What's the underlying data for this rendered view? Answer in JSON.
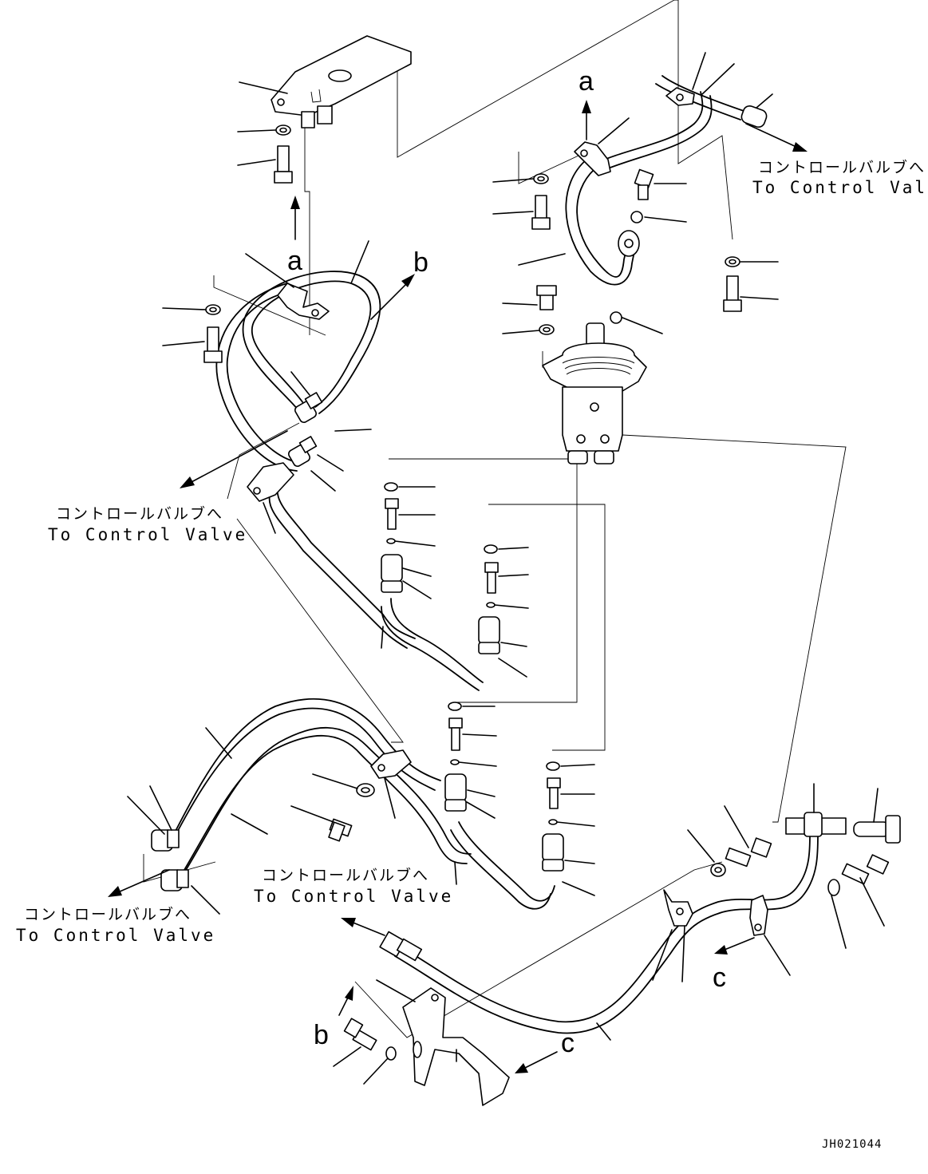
{
  "labels": {
    "jp_to_control_valve": "コントロールバルブへ",
    "en_to_control_valve": "To Control Valve",
    "ref_a": "a",
    "ref_b": "b",
    "ref_c": "c",
    "drawing_code": "JH021044"
  }
}
